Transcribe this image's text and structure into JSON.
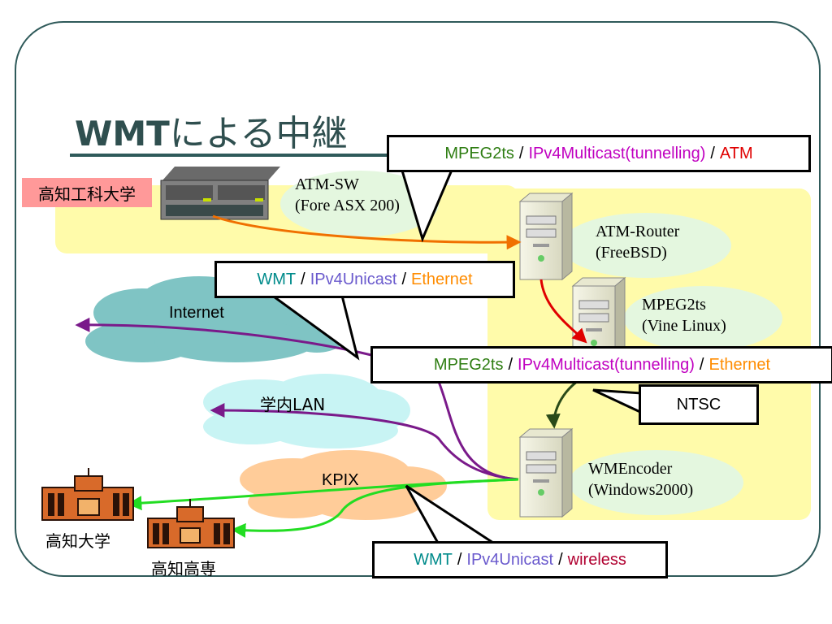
{
  "title": {
    "latin": "WMT",
    "rest": "による中継"
  },
  "campus_label": "高知工科大学",
  "devices": {
    "atm_sw": {
      "name": "ATM-SW",
      "model": "(Fore ASX 200)"
    },
    "atm_router": {
      "name": "ATM-Router",
      "os": "(FreeBSD)"
    },
    "mpeg2ts": {
      "name": "MPEG2ts",
      "os": "(Vine Linux)"
    },
    "wmencoder": {
      "name": "WMEncoder",
      "os": "(Windows2000)"
    }
  },
  "networks": {
    "internet": "Internet",
    "campus_lan": "学内LAN",
    "kpix": "KPIX"
  },
  "sites": {
    "kochi_univ": "高知大学",
    "kochi_kosen": "高知高専"
  },
  "callouts": {
    "top": [
      {
        "text": "MPEG2ts",
        "color": "#2e7d12"
      },
      {
        "text": "IPv4Multicast(tunnelling)",
        "color": "#c000c0"
      },
      {
        "text": "ATM",
        "color": "#e00000"
      }
    ],
    "wmt_eth": [
      {
        "text": "WMT",
        "color": "#008b8b"
      },
      {
        "text": "IPv4Unicast",
        "color": "#6a5acd"
      },
      {
        "text": "Ethernet",
        "color": "#ff8c00"
      }
    ],
    "mid": [
      {
        "text": "MPEG2ts",
        "color": "#2e7d12"
      },
      {
        "text": "IPv4Multicast(tunnelling)",
        "color": "#c000c0"
      },
      {
        "text": "Ethernet",
        "color": "#ff8c00"
      }
    ],
    "ntsc": "NTSC",
    "wireless": [
      {
        "text": "WMT",
        "color": "#008b8b"
      },
      {
        "text": "IPv4Unicast",
        "color": "#6a5acd"
      },
      {
        "text": "wireless",
        "color": "#b00030"
      }
    ]
  },
  "separator": "/"
}
